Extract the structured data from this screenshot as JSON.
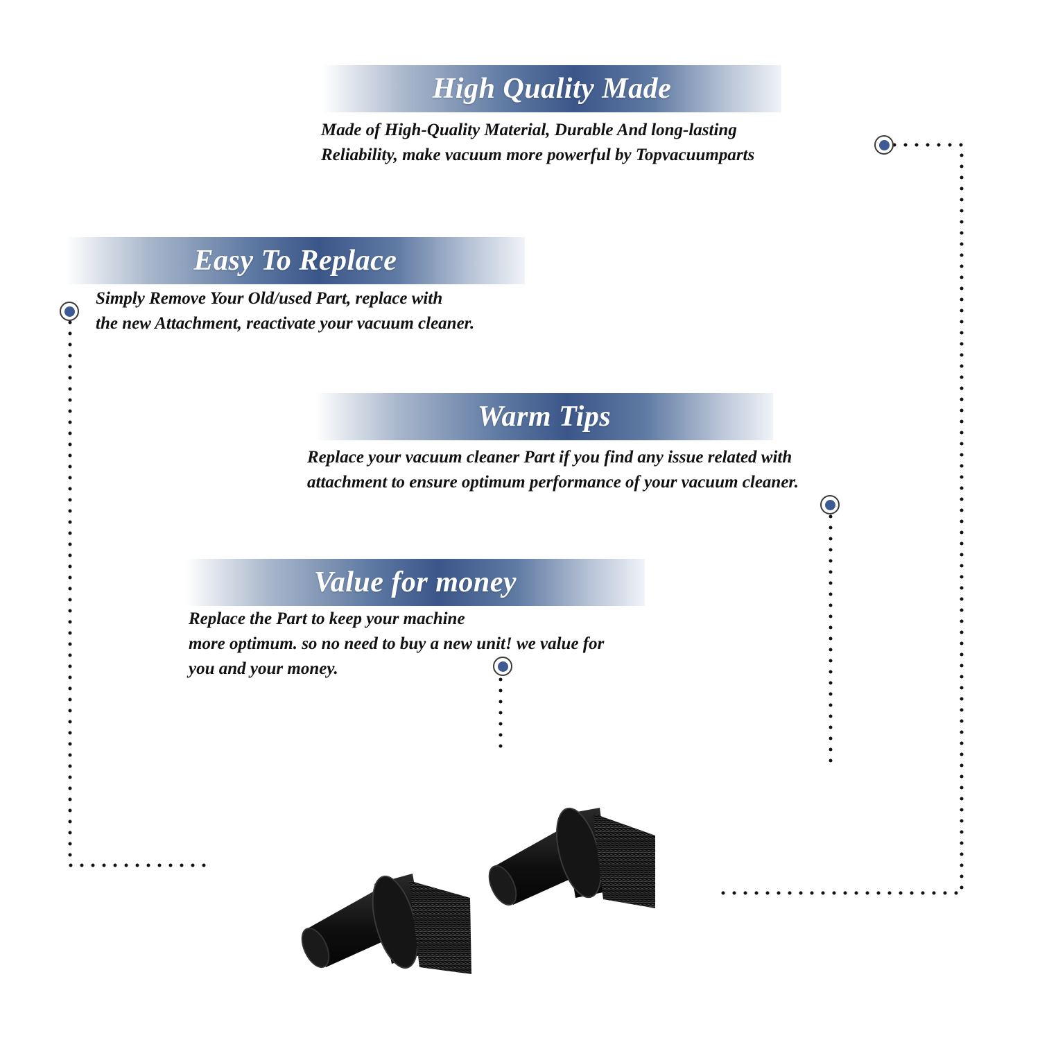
{
  "sections": [
    {
      "title": "High Quality Made",
      "lines": [
        "Made of  High-Quality Material, Durable And long-lasting",
        "Reliability, make vacuum more powerful by Topvacuumparts"
      ]
    },
    {
      "title": "Easy To Replace",
      "lines": [
        "Simply Remove Your Old/used Part, replace with",
        "the new Attachment, reactivate your vacuum cleaner."
      ]
    },
    {
      "title": "Warm Tips",
      "lines": [
        "Replace your vacuum cleaner Part if you find any issue related with",
        " attachment to ensure optimum performance of your vacuum cleaner."
      ]
    },
    {
      "title": "Value for money",
      "lines": [
        "Replace the Part to keep your machine",
        "more optimum. so no need to buy a new unit! we value for",
        "you and your money."
      ]
    }
  ],
  "product": {
    "name": "dusting-brush-attachment",
    "count": 2,
    "color": "#111111"
  },
  "colors": {
    "banner_blue": "#3b5689",
    "dot_blue": "#3d5a94",
    "text": "#111111"
  }
}
